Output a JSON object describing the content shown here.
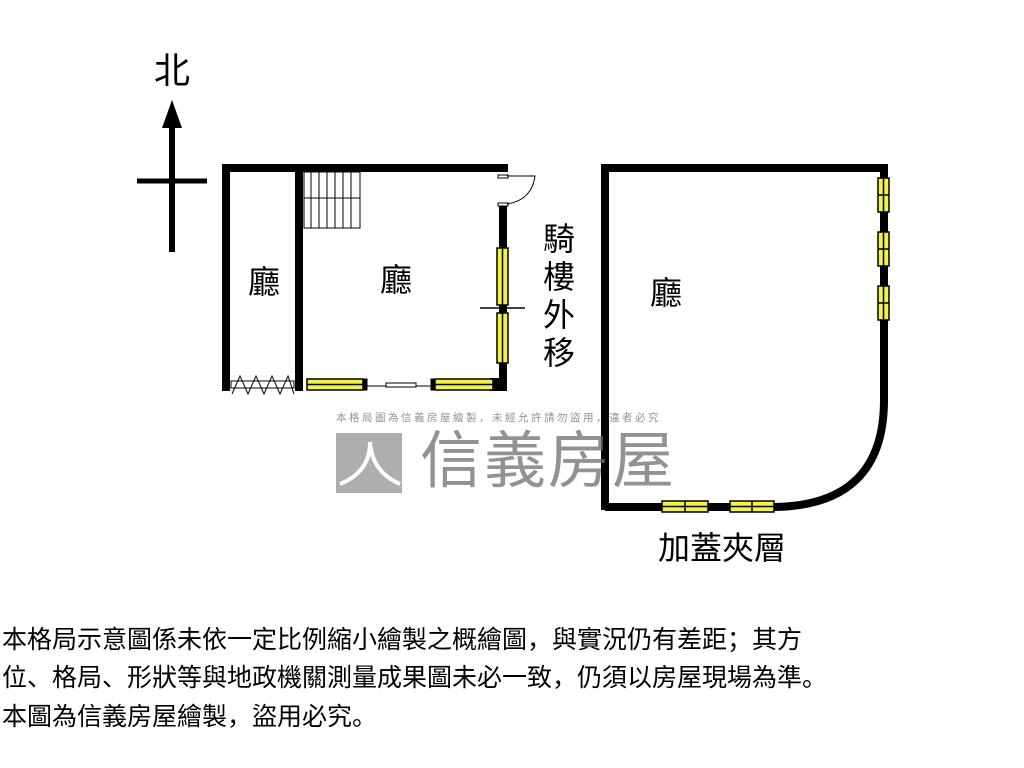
{
  "compass": {
    "north_label": "北"
  },
  "rooms": [
    {
      "label": "廳"
    },
    {
      "label": "廳"
    },
    {
      "label": "廳"
    }
  ],
  "arcade_label": [
    "騎",
    "樓",
    "外",
    "移"
  ],
  "mezzanine_label": "加蓋夾層",
  "watermark": {
    "brand": "信義房屋",
    "notice": "本格局圖為信義房屋繪製，未經允許請勿盜用，違者必究"
  },
  "disclaimer": [
    "本格局示意圖係未依一定比例縮小繪製之概繪圖，與實況仍有差距；其方",
    "位、格局、形狀等與地政機關測量成果圖未必一致，仍須以房屋現場為準。",
    "本圖為信義房屋繪製，盜用必究。"
  ],
  "colors": {
    "wall": "#000000",
    "window": "#f2f04a",
    "watermark": "#8a8a8a"
  }
}
